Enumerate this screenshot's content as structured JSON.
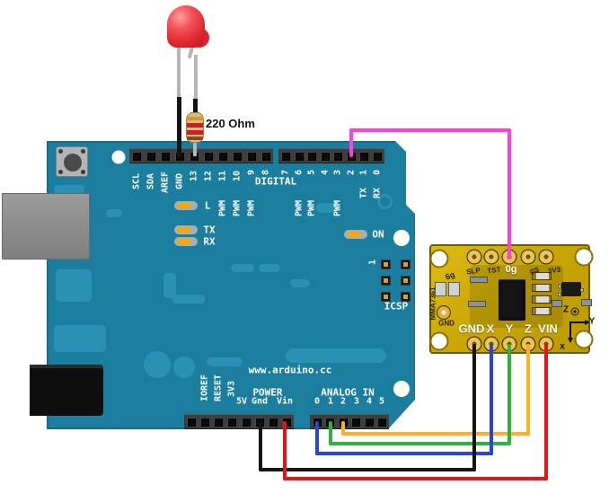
{
  "diagram_type": "arduino-accelerometer-wiring-diagram",
  "annotations": {
    "resistor_value": "220 Ohm"
  },
  "arduino": {
    "url": "www.arduino.cc",
    "digital": "DIGITAL",
    "power": "POWER",
    "analog": "ANALOG IN",
    "pwm": "PWM",
    "icsp": "ICSP",
    "icsp_1": "1",
    "serial_tx": "TX",
    "serial_rx": "RX",
    "led_l": "L",
    "led_tx": "TX",
    "led_rx": "RX",
    "led_on": "ON",
    "top_left_pins": [
      "SCL",
      "SDA",
      "AREF",
      "GND",
      "13",
      "12",
      "11",
      "10",
      "9",
      "8"
    ],
    "top_right_pins": [
      "7",
      "6",
      "5",
      "4",
      "3",
      "2",
      "1",
      "0"
    ],
    "power_pins": [
      "IOREF",
      "RESET",
      "3V3",
      "5V",
      "Gnd",
      "Vin"
    ],
    "analog_pins": [
      "0",
      "1",
      "2",
      "3",
      "4",
      "5"
    ]
  },
  "accelerometer": {
    "chip": "MMA7361",
    "range": "6g",
    "gnd_pad": "GND",
    "silk": [
      "SLP",
      "TST",
      "gS",
      "3V3"
    ],
    "top_pin": "0g",
    "pins": [
      "GND",
      "X",
      "Y",
      "Z",
      "VIN"
    ],
    "axis_z": "Z",
    "axis_y": "Y",
    "axis_x": "x"
  },
  "colors": {
    "board_teal": "#1b7e9e",
    "board_silk": "#2e94b6",
    "accel_yellow": "#cda704",
    "led_red": "#e02830",
    "wire_d2_signal": "#ff3fd8",
    "wire_x_to_a0": "#2944dc",
    "wire_y_to_a1": "#2db33e",
    "wire_z_to_a2": "#ffb028",
    "wire_gnd": "#141414",
    "wire_vin": "#e61414"
  }
}
